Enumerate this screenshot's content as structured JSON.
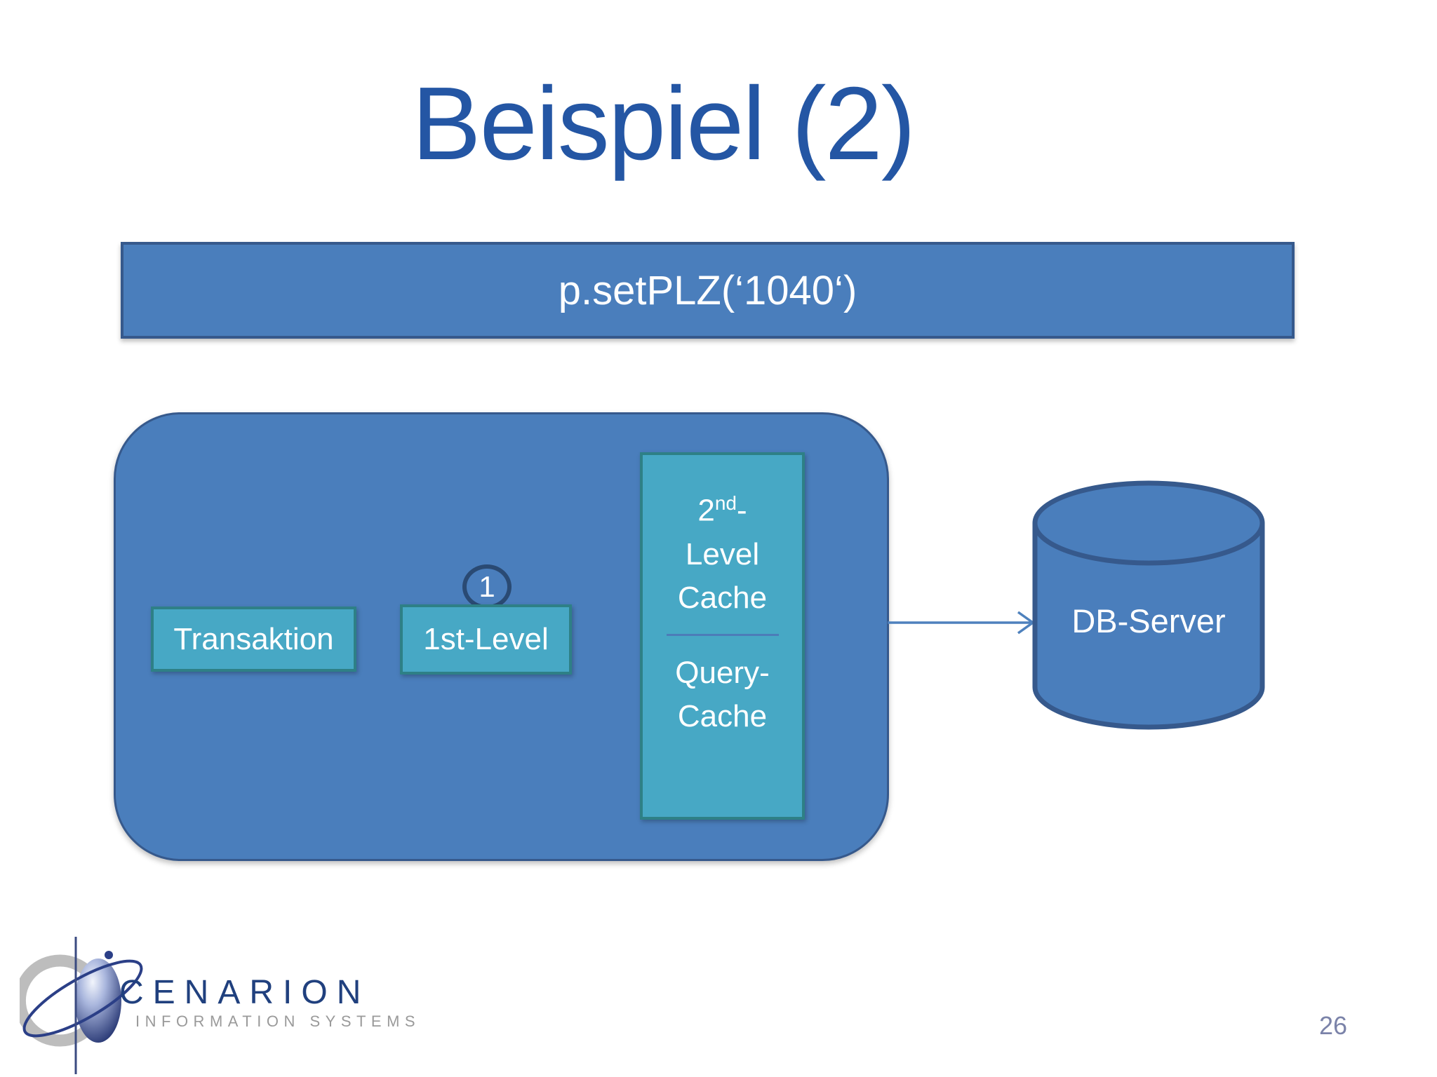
{
  "slide": {
    "title": "Beispiel (2)",
    "page_number": "26"
  },
  "banner": {
    "code": "p.setPLZ(‘1040‘)"
  },
  "container": {
    "transaction_label": "Transaktion",
    "first_level_label": "1st-Level",
    "step_marker": "1",
    "second_level_cache": {
      "base": "2",
      "superscript": "nd",
      "suffix": "-",
      "line2": "Level",
      "line3": "Cache"
    },
    "query_cache": {
      "line1": "Query-",
      "line2": "Cache"
    }
  },
  "database": {
    "label": "DB-Server"
  },
  "logo": {
    "brand": "CENARION",
    "tagline": "INFORMATION SYSTEMS"
  },
  "colors": {
    "title_text": "#2456a4",
    "panel_fill": "#4a7ebc",
    "panel_border": "#36598c",
    "cache_fill": "#47a8c5",
    "cache_border": "#2e8086",
    "step_circle_border": "#2a4a73",
    "arrow": "#4e81bd",
    "divider": "#4c7cb8",
    "page_number_text": "#7b83a9",
    "logo_navy": "#20407e",
    "logo_gray": "#9a9a9a"
  }
}
